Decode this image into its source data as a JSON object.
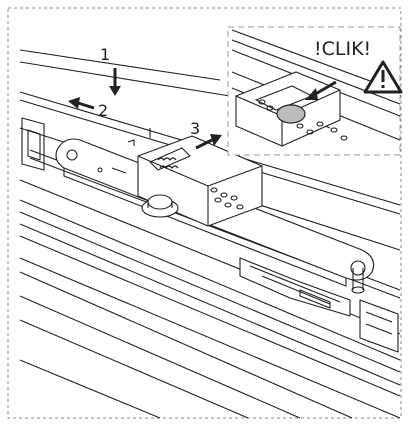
{
  "steps": [
    {
      "number": "1",
      "direction": "down"
    },
    {
      "number": "2",
      "direction": "left"
    },
    {
      "number": "3",
      "direction": "up-right"
    }
  ],
  "callout": {
    "text": "!CLIK!",
    "warning_symbol": "warning-triangle-icon"
  },
  "colors": {
    "line": "#222222",
    "frame_dash": "#888888",
    "accent_gray": "#bcbcbc",
    "callout_frame": "#999999"
  }
}
